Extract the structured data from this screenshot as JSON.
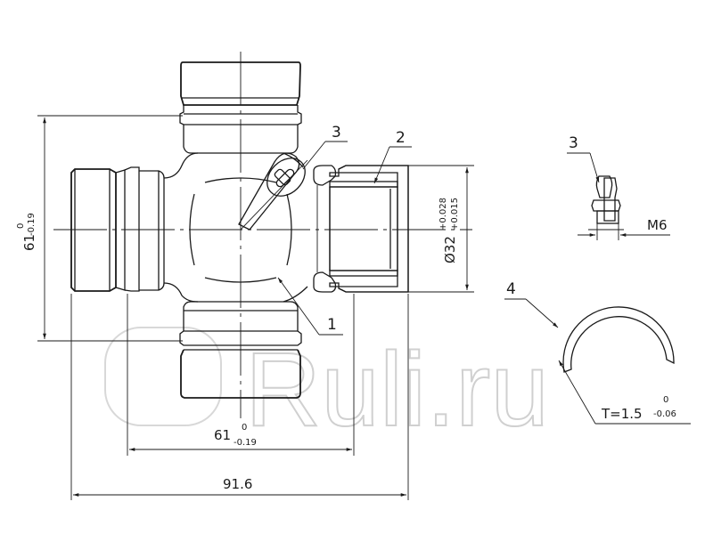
{
  "drawing": {
    "subject": "universal joint cross (spider) with bearing cup",
    "callouts": {
      "part1": "1",
      "part2": "2",
      "part3_main": "3",
      "part3_detail": "3",
      "part4": "4"
    },
    "dimensions": {
      "vertical_height": {
        "nominal": "61",
        "upper_tol": "0",
        "lower_tol": "-0.19"
      },
      "horizontal_inner": {
        "nominal": "61",
        "upper_tol": "0",
        "lower_tol": "-0.19"
      },
      "overall_length": "91.6",
      "cup_diameter": {
        "prefix": "Ø32",
        "upper_tol": "+0.028",
        "lower_tol": "+0.015"
      },
      "grease_fitting_thread": "M6",
      "snap_ring_thickness": {
        "prefix": "T=1.5",
        "upper_tol": "0",
        "lower_tol": "-0.06"
      }
    },
    "watermark": "Ruli.ru"
  }
}
